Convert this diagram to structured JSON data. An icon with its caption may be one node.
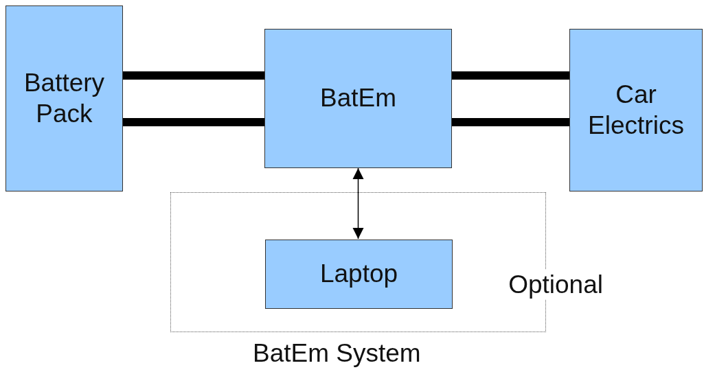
{
  "diagram": {
    "nodes": [
      {
        "text": [
          "Battery Pack"
        ]
      },
      {
        "text": [
          "BatEm"
        ]
      },
      {
        "text": [
          "Car Electrics"
        ]
      },
      {
        "text": [
          "Optional"
        ]
      },
      {
        "text": [
          "Laptop"
        ],
        "in": 3
      }
    ],
    "edges": [
      {
        "from": 0,
        "to": 1,
        "arrow": "none"
      },
      {
        "from": 0,
        "to": 1,
        "arrow": "none"
      },
      {
        "from": 1,
        "to": 2,
        "arrow": "none"
      },
      {
        "from": 1,
        "to": 2,
        "arrow": "none"
      },
      {
        "from": 1,
        "to": 4,
        "arrow": "both"
      }
    ],
    "labels": [
      "BatEm System"
    ]
  }
}
